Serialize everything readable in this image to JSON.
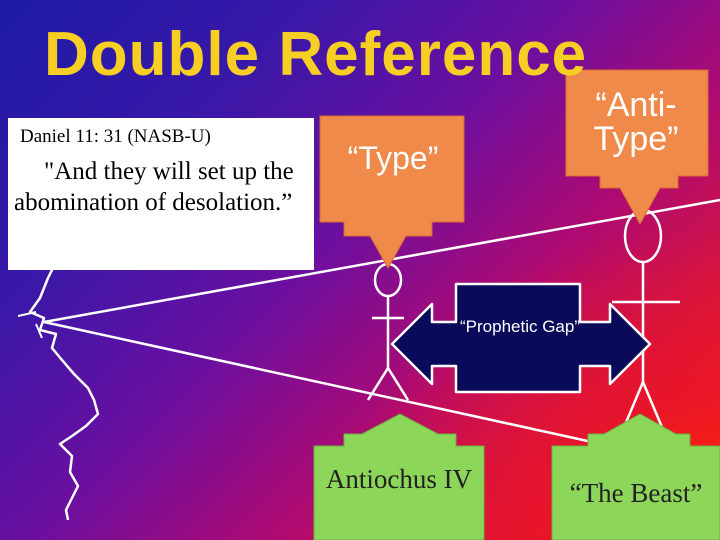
{
  "slide": {
    "title": "Double Reference",
    "quote": {
      "reference": "Daniel 11: 31 (NASB-U)",
      "text": "\"And they will set up the abomination of desolation.”"
    },
    "callouts": {
      "type": "“Type”",
      "antitype": "“Anti-Type”",
      "prophetic_gap": "“Prophetic Gap”",
      "antiochus": "Antiochus IV",
      "beast": "“The Beast”"
    },
    "colors": {
      "title": "#f7ce24",
      "type_callout": "#f08a4b",
      "fulfillment_callout": "#8cd65a",
      "gap_box": "#0a0a5a",
      "figure_lines": "#ffffff"
    }
  }
}
